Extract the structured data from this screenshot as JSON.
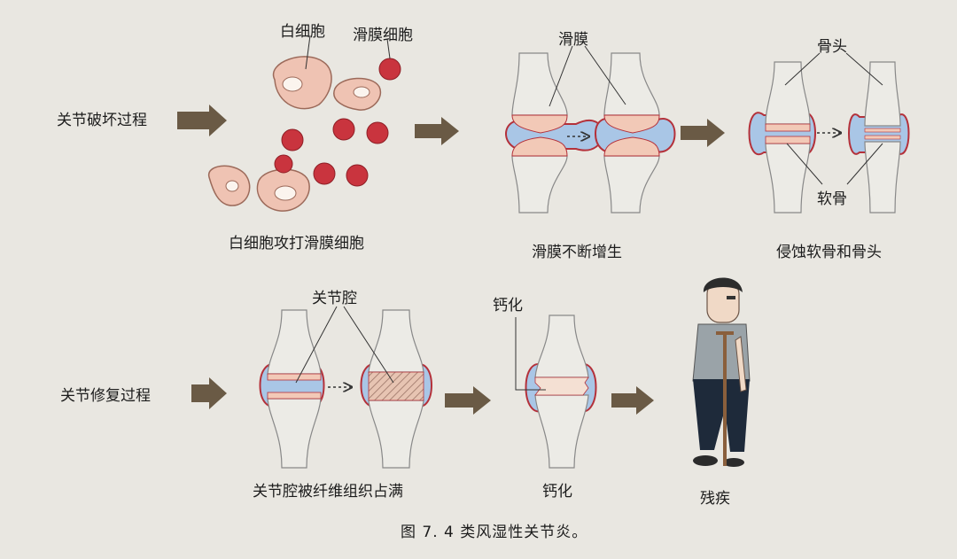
{
  "figure": {
    "caption": "图 7. 4    类风湿性关节炎。"
  },
  "row_destruction": {
    "process_label": "关节破坏过程",
    "cell_labels": {
      "white_cell": "白细胞",
      "synovial_cell": "滑膜细胞"
    },
    "stage1_caption": "白细胞攻打滑膜细胞",
    "stage2_label": "滑膜",
    "stage2_caption": "滑膜不断增生",
    "stage3_label_top": "骨头",
    "stage3_label_bottom": "软骨",
    "stage3_caption": "侵蚀软骨和骨头"
  },
  "row_repair": {
    "process_label": "关节修复过程",
    "stage1_label": "关节腔",
    "stage1_caption": "关节腔被纤维组织占满",
    "stage2_label": "钙化",
    "stage2_caption": "钙化",
    "stage3_caption": "残疾"
  },
  "colors": {
    "background": "#e9e7e1",
    "bone": "#ecebe6",
    "synovium_blue": "#a9c6e6",
    "capsule_red": "#b4313a",
    "cartilage_pink": "#f2c9b7",
    "white_cell": "#efc3b3",
    "synovial_cell": "#c9343e",
    "arrow": "#6a5a45"
  }
}
